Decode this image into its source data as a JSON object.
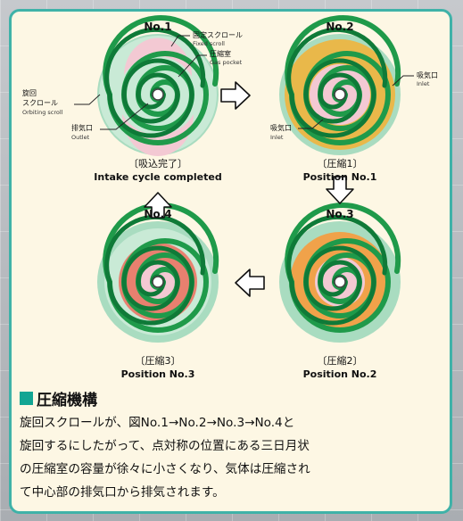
{
  "states": [
    {
      "id": "no1",
      "number": "No.1",
      "caption_jp": "〔吸込完了〕",
      "caption_en": "Intake cycle completed",
      "pocket_color": "#f3c9d3"
    },
    {
      "id": "no2",
      "number": "No.2",
      "caption_jp": "〔圧縮1〕",
      "caption_en": "Position No.1",
      "pocket_color": "#f0b43d"
    },
    {
      "id": "no3",
      "number": "No.3",
      "caption_jp": "〔圧縮2〕",
      "caption_en": "Position No.2",
      "pocket_color": "#f0a24a"
    },
    {
      "id": "no4",
      "number": "No.4",
      "caption_jp": "〔圧縮3〕",
      "caption_en": "Position No.3",
      "pocket_color": "#e8806f"
    }
  ],
  "labels": {
    "fixed_scroll_jp": "固定スクロール",
    "fixed_scroll_en": "Fixed scroll",
    "gas_pocket_jp": "圧縮室",
    "gas_pocket_en": "Gas pocket",
    "orbiting_jp_1": "旋回",
    "orbiting_jp_2": "スクロール",
    "orbiting_en": "Orbiting scroll",
    "outlet_jp": "排気口",
    "outlet_en": "Outlet",
    "inlet_right_jp": "吸気口",
    "inlet_right_en": "Inlet",
    "inlet_mid_jp": "吸気口",
    "inlet_mid_en": "Inlet"
  },
  "section": {
    "title": "圧縮機構",
    "lines": [
      "旋回スクロールが、図No.1→No.2→No.3→No.4と",
      "旋回するにしたがって、点対称の位置にある三日月状",
      "の圧縮室の容量が徐々に小さくなり、気体は圧縮され",
      "て中心部の排気口から排気されます。"
    ]
  },
  "colors": {
    "panel_border": "#3fb2a8",
    "panel_bg": "#fdf7e4",
    "scroll_green": "#1f9a4a",
    "scroll_green_light": "#9fd9b3",
    "section_marker": "#12a593"
  }
}
